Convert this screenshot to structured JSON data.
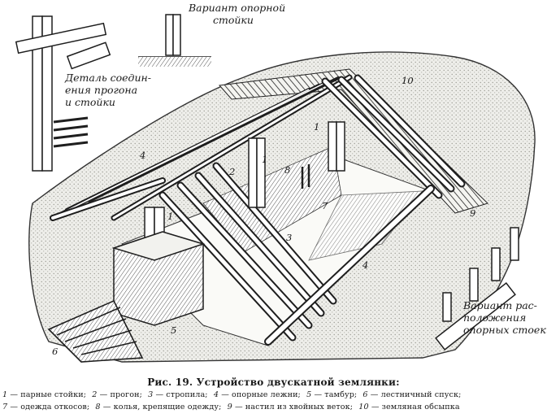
{
  "figure": {
    "caption_prefix": "Рис. 19.",
    "caption_title": "Устройство двускатной землянки:",
    "inset_labels": {
      "support_variant": [
        "Вариант опорной",
        "стойки"
      ],
      "joint_detail": [
        "Деталь соедин-",
        "ения прогона",
        "и стойки"
      ],
      "support_layout": [
        "Вариант рас-",
        "положения",
        "опорных стоек"
      ]
    },
    "numbers": {
      "n1": "1",
      "n2": "2",
      "n3": "3",
      "n4": "4",
      "n5": "5",
      "n6": "6",
      "n7": "7",
      "n8": "8",
      "n9": "9",
      "n10": "10"
    },
    "legend": [
      {
        "n": "1",
        "text": "— парные стойки;"
      },
      {
        "n": "2",
        "text": "— прогон;"
      },
      {
        "n": "3",
        "text": "— стропила;"
      },
      {
        "n": "4",
        "text": "— опорные лежни;"
      },
      {
        "n": "5",
        "text": "— тамбур;"
      },
      {
        "n": "6",
        "text": "— лестничный спуск;"
      },
      {
        "n": "7",
        "text": "— одежда откосов;"
      },
      {
        "n": "8",
        "text": "— колья, крепящие одежду;"
      },
      {
        "n": "9",
        "text": "— настил из хвойных веток;"
      },
      {
        "n": "10",
        "text": "— земляная обсыпка"
      }
    ]
  }
}
